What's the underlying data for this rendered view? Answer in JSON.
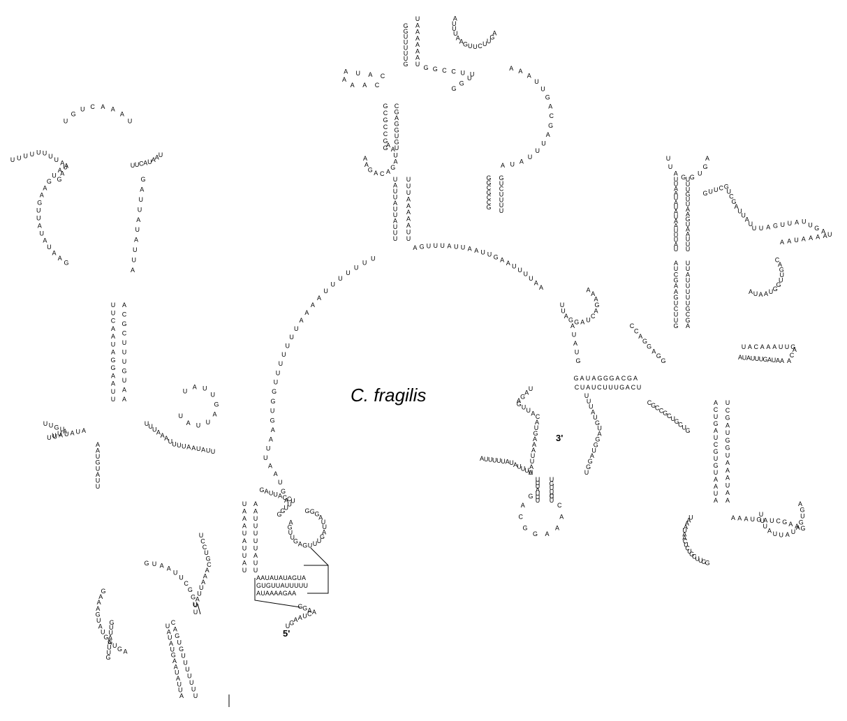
{
  "title": "C. fragilis",
  "five_prime": "5'",
  "three_prime": "3'",
  "pseudoknot_box": [
    "AAUAUAUAGUA",
    "GUGUUAUUUUU",
    "AUAAAAGAA"
  ],
  "central_loop_top": "AGUUUAUUAAUUGAAUUUUAA",
  "central_loop_left": "UUUUUUUAAAAUUUUUUUGGUGAAUUAAUGA",
  "top_left_stem": "GGCGCCG",
  "top_left_hairpin_loop": "CAUAAAAC",
  "top_right_loop": "GGCCUUUGG",
  "left_domain_loop": "GAAUAUAUUGAAGUAA",
  "left_domain_top": "UGUCAAAU",
  "right_domain_loop": "UUAGGUGA",
  "right_tail": "UAGUUAUUGAUAAAAUAA",
  "bottom_left_loop": "GUAAUUCGGUU",
  "bottom_right_stem": "UUUUAUUAGUGA",
  "bottom_center_loop": "CCAAAGGCAG"
}
